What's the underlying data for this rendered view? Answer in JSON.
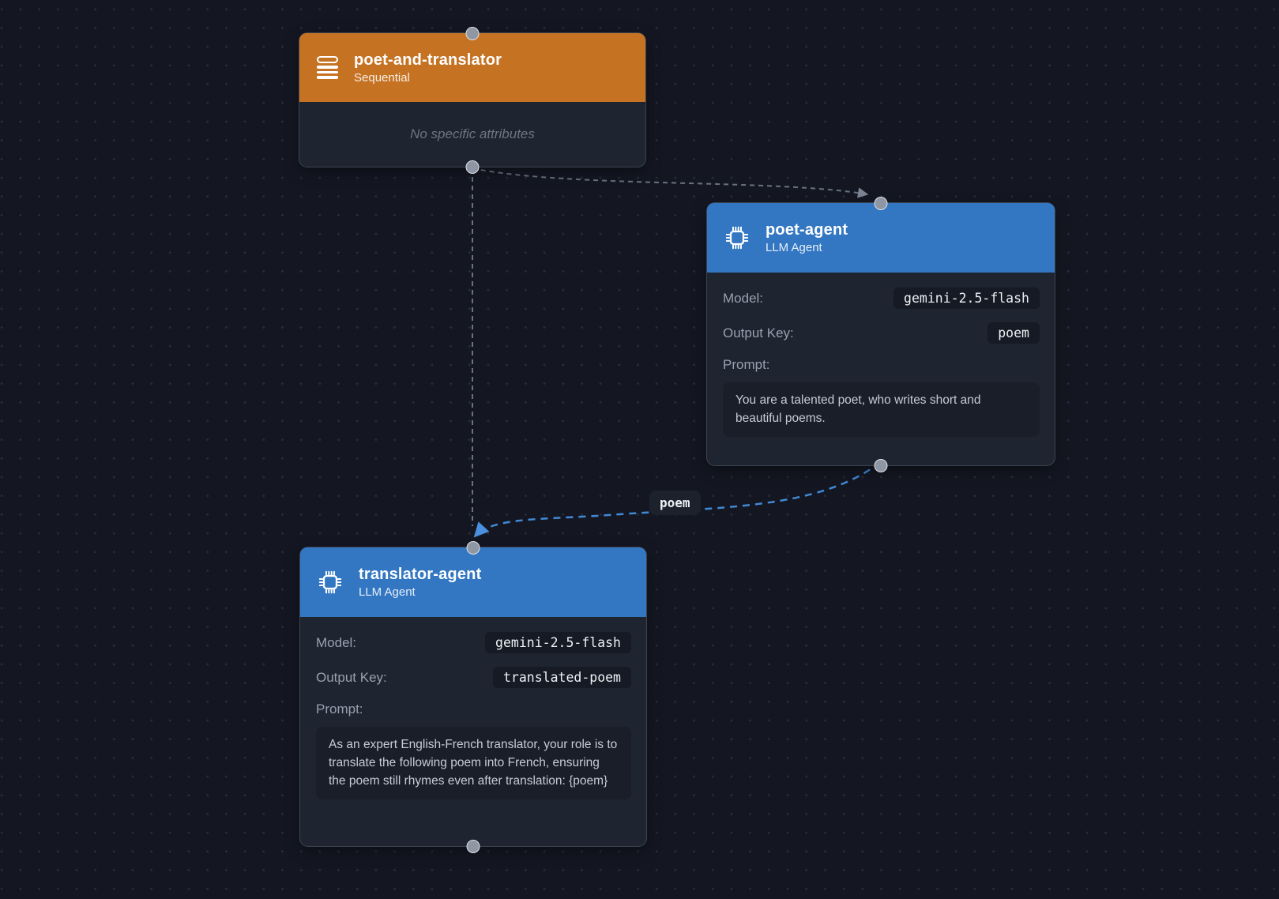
{
  "app": {
    "view": "agent-flow-canvas"
  },
  "canvas": {
    "background": "#141722",
    "dot_grid": true,
    "dot_color": "#272d39"
  },
  "nodes": {
    "sequential": {
      "title": "poet-and-translator",
      "subtitle": "Sequential",
      "icon": "list-icon",
      "header_color": "#c57323",
      "note": "No specific attributes"
    },
    "poet": {
      "title": "poet-agent",
      "subtitle": "LLM Agent",
      "icon": "chip-icon",
      "header_color": "#3377c2",
      "model_label": "Model:",
      "model_value": "gemini-2.5-flash",
      "output_key_label": "Output Key:",
      "output_key_value": "poem",
      "prompt_label": "Prompt:",
      "prompt_text": "You are a talented poet, who writes short and beautiful poems."
    },
    "translator": {
      "title": "translator-agent",
      "subtitle": "LLM Agent",
      "icon": "chip-icon",
      "header_color": "#3377c2",
      "model_label": "Model:",
      "model_value": "gemini-2.5-flash",
      "output_key_label": "Output Key:",
      "output_key_value": "translated-poem",
      "prompt_label": "Prompt:",
      "prompt_text": "As an expert English-French translator, your role is to translate the following poem into French, ensuring the poem still rhymes even after translation: {poem}"
    }
  },
  "edges": [
    {
      "from": "poet-and-translator",
      "to": "poet-agent",
      "style": "gray-dashed",
      "label": ""
    },
    {
      "from": "poet-and-translator",
      "to": "translator-agent",
      "style": "gray-dashed",
      "label": ""
    },
    {
      "from": "poet-agent",
      "to": "translator-agent",
      "style": "blue-dashed",
      "label": "poem"
    }
  ],
  "colors": {
    "edge_gray": "#6a7180",
    "edge_blue": "#4189d6",
    "node_body": "#1e2430",
    "value_pill_bg": "#151a24"
  }
}
